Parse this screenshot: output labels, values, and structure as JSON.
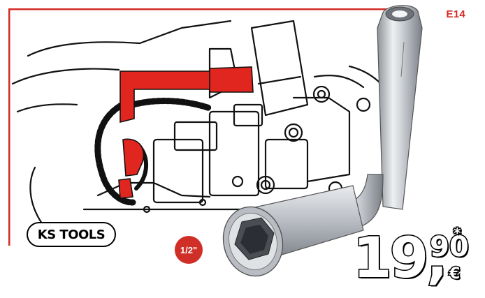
{
  "product": {
    "code": "E14",
    "drive_size": "1/2\""
  },
  "brand": {
    "logo_text": "KS TOOLS"
  },
  "price": {
    "integer": "19,",
    "decimal": "90",
    "currency": "€",
    "footnote_mark": "*"
  },
  "colors": {
    "brand_red": "#d42b24",
    "frame_red": "#d42b24",
    "tool_red": "#e1261f",
    "badge_red": "#cf2f26",
    "steel": "#c9ccd1",
    "outline": "#000000"
  },
  "icons": {
    "illustration": "engine-timing-chain-with-locking-tool",
    "product_image": "offset-hex-socket-wrench"
  }
}
